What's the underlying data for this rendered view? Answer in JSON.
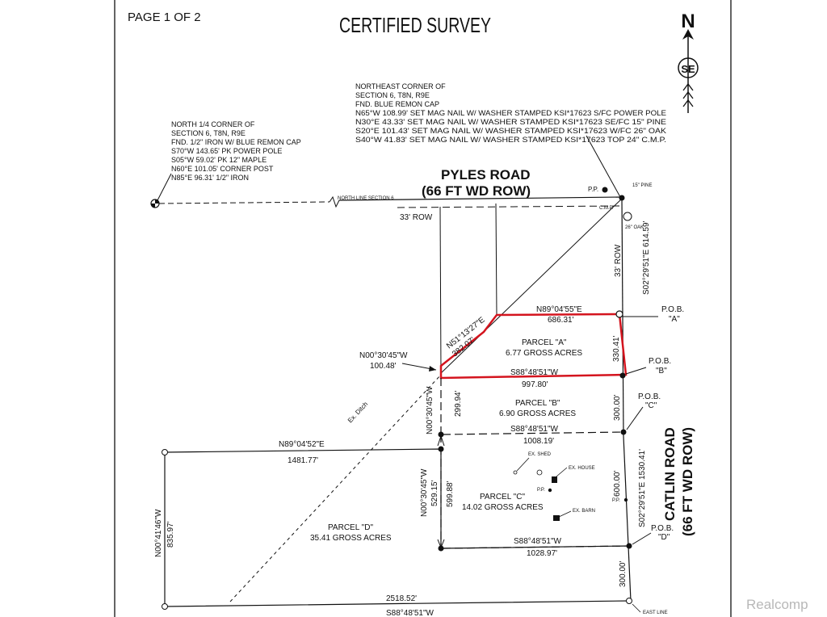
{
  "header": {
    "page_label": "PAGE 1 OF 2",
    "title": "CERTIFIED SURVEY"
  },
  "compass": {
    "north": "N",
    "south_east": "SE"
  },
  "ne_corner": {
    "lines": [
      "NORTHEAST CORNER OF",
      "SECTION 6, T8N, R9E",
      "FND. BLUE REMON CAP",
      "N65°W 108.99' SET MAG NAIL W/ WASHER STAMPED KSI*17623 S/FC POWER POLE",
      "N30°E 43.33' SET MAG NAIL W/ WASHER STAMPED KSI*17623 SE/FC 15\" PINE",
      "S20°E 101.43' SET MAG NAIL W/ WASHER STAMPED KSI*17623 W/FC 26\" OAK",
      "S40°W 41.83' SET MAG NAIL W/ WASHER STAMPED KSI*17623 TOP 24\" C.M.P."
    ]
  },
  "north_quarter": {
    "lines": [
      "NORTH 1/4 CORNER OF",
      "SECTION 6, T8N, R9E",
      "FND. 1/2\" IRON W/ BLUE REMON CAP",
      "S70°W 143.65' PK POWER POLE",
      "S05°W 59.02' PK 12\" MAPLE",
      "N60°E 101.05' CORNER POST",
      "N85°E 96.31' 1/2\" IRON"
    ]
  },
  "roads": {
    "pyles_name": "PYLES ROAD",
    "pyles_row": "(66 FT WD ROW)",
    "catlin_name": "CATLIN ROAD",
    "catlin_row": "(66 FT WD ROW)"
  },
  "labels": {
    "north_line": "NORTH LINE SECTION 6",
    "row_33_h": "33' ROW",
    "row_33_v": "33' ROW",
    "pp": "P.P.",
    "pine": "15\" PINE",
    "cmp": "C.M.P.",
    "oak": "26\" OAK",
    "ditch": "Ex. Ditch",
    "east_line": "EAST LINE",
    "ex_shed": "EX. SHED",
    "ex_house": "EX. HOUSE",
    "ex_barn": "EX. BARN",
    "pp_house": "P.P.",
    "pp_east": "P.P."
  },
  "pob": {
    "a_label": "P.O.B.",
    "a_letter": "\"A\"",
    "b_label": "P.O.B.",
    "b_letter": "\"B\"",
    "c_label": "P.O.B.",
    "c_letter": "\"C\"",
    "d_label": "P.O.B.",
    "d_letter": "\"D\""
  },
  "bearings": {
    "a_top_bearing": "N89°04'55\"E",
    "a_top_dist": "686.31'",
    "a_diag_bearing": "N51°13'27\"E",
    "a_diag_dist": "382.07'",
    "a_west_bearing": "N00°30'45\"W",
    "a_west_dist": "100.48'",
    "a_east_dist": "330.41'",
    "east_bearing": "S02°29'51\"E 614.59'",
    "b_north_bearing": "S88°48'51\"W",
    "b_north_dist": "997.80'",
    "b_west_bearing": "N00°30'45\"W",
    "b_west_dist": "299.94'",
    "b_east_dist": "300.00'",
    "c_north_bearing": "S88°48'51\"W",
    "c_north_dist": "1008.19'",
    "c_west_bearing": "N00°30'45\"W",
    "c_west_dist": "529.15'",
    "c_west_total": "599.88'",
    "c_east_dist": "600.00'",
    "c_east_bearing": "S02°29'51\"E 1530.41'",
    "c_south_bearing": "S88°48'51\"W",
    "c_south_dist": "1028.97'",
    "d_top_bearing": "N89°04'52\"E",
    "d_top_dist": "1481.77'",
    "d_west_bearing": "N00°41'46\"W",
    "d_west_dist": "835.97'",
    "d_east_dist": "300.00'",
    "d_bottom_dist": "2518.52'",
    "d_bottom_bearing": "S88°48'51\"W"
  },
  "parcels": {
    "a_name": "PARCEL \"A\"",
    "a_area": "6.77 GROSS ACRES",
    "b_name": "PARCEL \"B\"",
    "b_area": "6.90 GROSS ACRES",
    "c_name": "PARCEL \"C\"",
    "c_area": "14.02 GROSS ACRES",
    "d_name": "PARCEL \"D\"",
    "d_area": "35.41 GROSS ACRES"
  },
  "watermark": "Realcomp",
  "colors": {
    "ink": "#111111",
    "highlight": "#d4141e",
    "watermark": "#b8b8b8"
  }
}
